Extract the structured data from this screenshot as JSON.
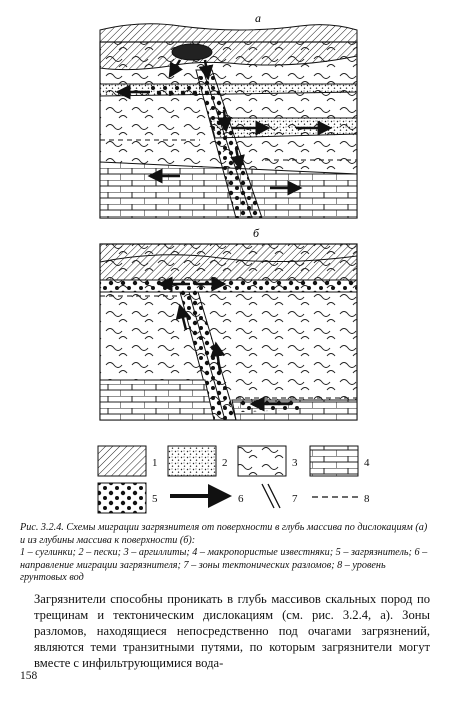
{
  "panel_a_label": "a",
  "panel_b_label": "б",
  "legend": [
    {
      "num": "1",
      "pattern": "hatched"
    },
    {
      "num": "2",
      "pattern": "fine-dots"
    },
    {
      "num": "3",
      "pattern": "waves"
    },
    {
      "num": "4",
      "pattern": "bricks"
    },
    {
      "num": "5",
      "pattern": "large-dots"
    },
    {
      "num": "6",
      "pattern": "arrow"
    },
    {
      "num": "7",
      "pattern": "double-slash"
    },
    {
      "num": "8",
      "pattern": "dashed-line"
    }
  ],
  "caption": {
    "number": "Рис. 3.2.4.",
    "title": "Схемы миграции загрязнителя от поверхности в глубь массива по дислокациям (а) и из глубины массива к поверхности (б):",
    "items": "1 – суглинки; 2 – пески; 3 – аргиллиты; 4 – макропористые известняки; 5 – загрязнитель; 6 – направление миграции загрязнителя; 7 – зоны тектонических разломов; 8 – уровень грунтовых вод"
  },
  "body_text": "Загрязнители способны проникать в глубь массивов скальных пород по трещинам и тектоническим дислокациям (см. рис. 3.2.4, а). Зоны разломов, находящиеся непосредственно под очагами загрязнений, являются теми транзитными путями, по которым загрязнители могут вместе с инфильтрующимися вода-",
  "page_number": "158"
}
